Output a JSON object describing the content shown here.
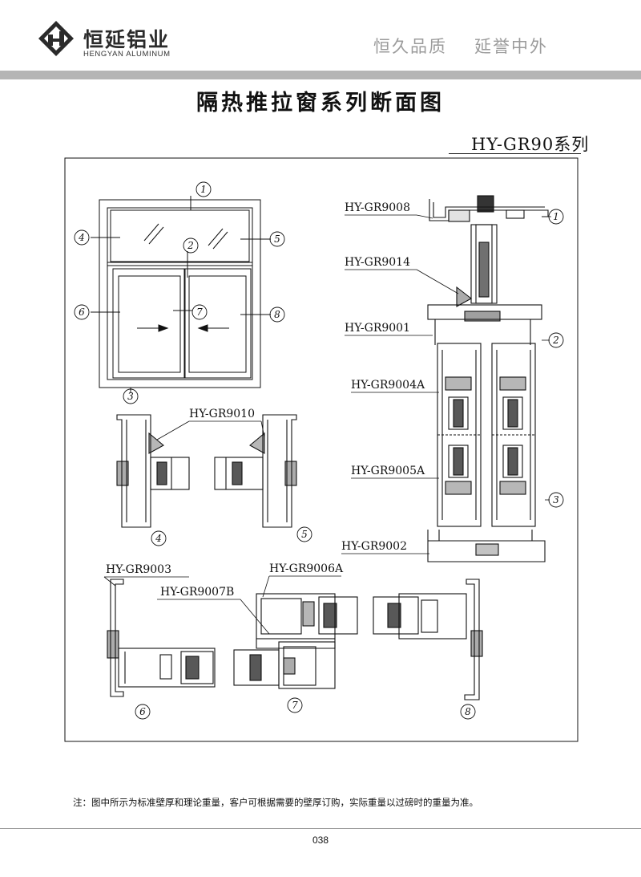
{
  "header": {
    "brand_cn": "恒延铝业",
    "brand_en": "HENGYAN ALUMINUM",
    "slogan_1": "恒久品质",
    "slogan_2": "延誉中外"
  },
  "title": "隔热推拉窗系列断面图",
  "series": "HY-GR90系列",
  "elevation": {
    "callouts": [
      "1",
      "2",
      "3",
      "4",
      "5",
      "6",
      "7",
      "8"
    ]
  },
  "profiles": {
    "gr9008": "HY-GR9008",
    "gr9014": "HY-GR9014",
    "gr9001": "HY-GR9001",
    "gr9004a": "HY-GR9004A",
    "gr9005a": "HY-GR9005A",
    "gr9002": "HY-GR9002",
    "gr9010": "HY-GR9010",
    "gr9003": "HY-GR9003",
    "gr9006a": "HY-GR9006A",
    "gr9007b": "HY-GR9007B"
  },
  "note": "注：图中所示为标准壁厚和理论重量，客户可根据需要的壁厚订购，实际重量以过磅时的重量为准。",
  "page_number": "038"
}
